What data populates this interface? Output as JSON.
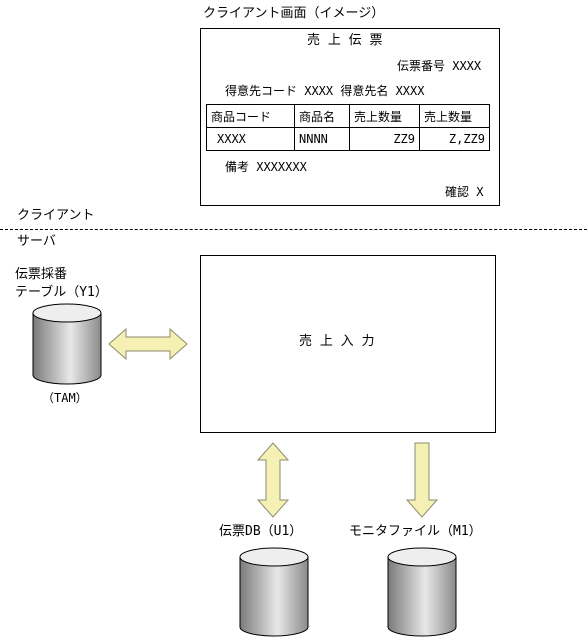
{
  "client_screen": {
    "caption": "クライアント画面（イメージ）",
    "title": "売 上 伝 票",
    "slip_number": "伝票番号 XXXX",
    "customer_line": "得意先コード XXXX 得意先名 XXXX",
    "table": {
      "headers": [
        "商品コード",
        "商品名",
        "売上数量",
        "売上数量"
      ],
      "row": [
        "XXXX",
        "NNNN",
        "ZZ9",
        "Z,ZZ9"
      ]
    },
    "remarks": "備考 XXXXXXX",
    "confirm": "確認 X"
  },
  "divider": {
    "client_label": "クライアント",
    "server_label": "サーバ"
  },
  "process": {
    "label": "売 上 入 力"
  },
  "stores": {
    "slip_numbering_table": {
      "label_line1": "伝票採番",
      "label_line2": "テーブル（Y1）",
      "sublabel": "（TAM）"
    },
    "slip_db": {
      "label": "伝票DB（U1）"
    },
    "monitor_file": {
      "label": "モニタファイル（M1）"
    }
  },
  "colors": {
    "arrow_fill": "#f5f0b4",
    "arrow_stroke": "#8c8c6e",
    "cylinder_dark": "#7a7a7a",
    "cylinder_light": "#e8e8e8"
  }
}
